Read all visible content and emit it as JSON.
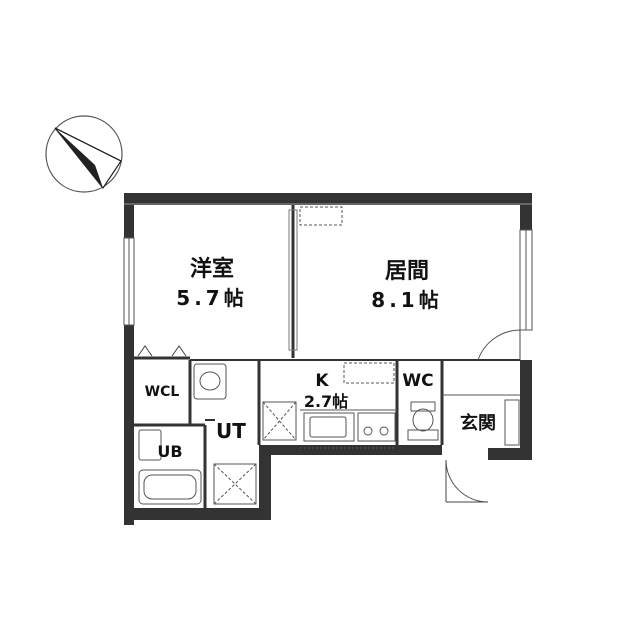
{
  "rooms": {
    "western_room": {
      "name": "洋室",
      "size": "5.7帖"
    },
    "living": {
      "name": "居間",
      "size": "8.1帖"
    },
    "kitchen": {
      "name": "K",
      "size": "2.7帖"
    },
    "wc": {
      "name": "WC"
    },
    "entrance": {
      "name": "玄関"
    },
    "wcl": {
      "name": "WCL"
    },
    "ut": {
      "name": "UT"
    },
    "ub": {
      "name": "UB"
    }
  },
  "compass": {
    "icon": "north-arrow-icon"
  },
  "colors": {
    "wall": "#333333",
    "line": "#444444",
    "light": "#999999"
  }
}
